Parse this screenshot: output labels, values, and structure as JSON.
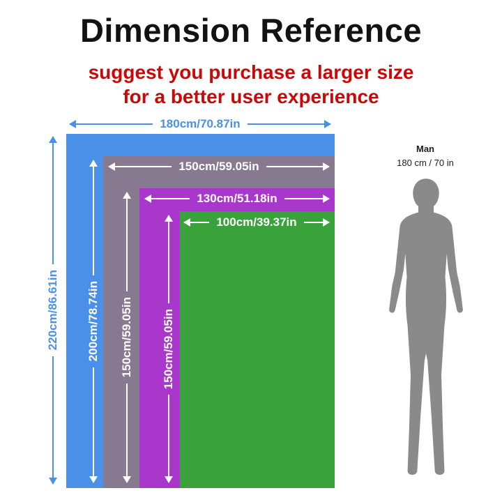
{
  "title": "Dimension Reference",
  "subtitle": {
    "line1": "suggest you purchase a larger size",
    "line2": "for a better user experience"
  },
  "colors": {
    "title": "#121212",
    "subtitle_red": "#c90808",
    "blue_label": "#4a90e8",
    "white_label": "#ffffff"
  },
  "sizes": [
    {
      "width_label": "180cm/70.87in",
      "height_label": "220cm/86.61in",
      "color": "#4a90e8"
    },
    {
      "width_label": "150cm/59.05in",
      "height_label": "200cm/78.74in",
      "color": "#87798f"
    },
    {
      "width_label": "130cm/51.18in",
      "height_label": "150cm/59.05in",
      "color": "#a937cb"
    },
    {
      "width_label": "100cm/39.37in",
      "height_label": "150cm/59.05in",
      "color": "#3aa23a"
    }
  ],
  "man": {
    "name": "Man",
    "height": "180 cm / 70 in",
    "silhouette_color": "#8a8a8a"
  }
}
